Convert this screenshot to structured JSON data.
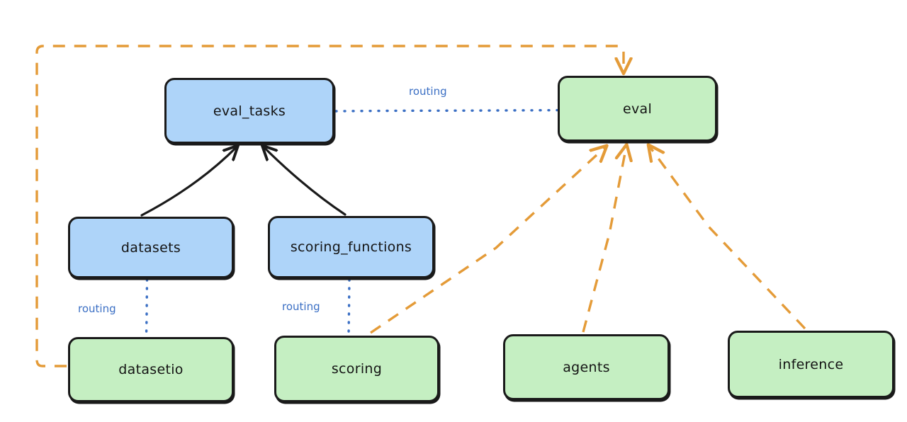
{
  "diagram": {
    "type": "flow-diagram",
    "style": "hand-drawn",
    "background": "#ffffff",
    "colors": {
      "api_fill": "#aed4f9",
      "provider_fill": "#c5efc2",
      "stroke": "#1a1a1a",
      "routing_blue": "#3b6fc4",
      "dependency_orange": "#e49b38"
    },
    "nodes": [
      {
        "id": "eval_tasks",
        "label": "eval_tasks",
        "kind": "api",
        "fill": "#aed4f9"
      },
      {
        "id": "eval",
        "label": "eval",
        "kind": "provider",
        "fill": "#c5efc2"
      },
      {
        "id": "datasets",
        "label": "datasets",
        "kind": "api",
        "fill": "#aed4f9"
      },
      {
        "id": "scoring_functions",
        "label": "scoring_functions",
        "kind": "api",
        "fill": "#aed4f9"
      },
      {
        "id": "datasetio",
        "label": "datasetio",
        "kind": "provider",
        "fill": "#c5efc2"
      },
      {
        "id": "scoring",
        "label": "scoring",
        "kind": "provider",
        "fill": "#c5efc2"
      },
      {
        "id": "agents",
        "label": "agents",
        "kind": "provider",
        "fill": "#c5efc2"
      },
      {
        "id": "inference",
        "label": "inference",
        "kind": "provider",
        "fill": "#c5efc2"
      }
    ],
    "edges": [
      {
        "from": "eval_tasks",
        "to": "eval",
        "label": "routing",
        "style": "dotted",
        "color": "#3b6fc4",
        "arrow": false
      },
      {
        "from": "datasets",
        "to": "datasetio",
        "label": "routing",
        "style": "dotted",
        "color": "#3b6fc4",
        "arrow": false
      },
      {
        "from": "scoring_functions",
        "to": "scoring",
        "label": "routing",
        "style": "dotted",
        "color": "#3b6fc4",
        "arrow": false
      },
      {
        "from": "datasets",
        "to": "eval_tasks",
        "label": "",
        "style": "solid",
        "color": "#1a1a1a",
        "arrow": true
      },
      {
        "from": "scoring_functions",
        "to": "eval_tasks",
        "label": "",
        "style": "solid",
        "color": "#1a1a1a",
        "arrow": true
      },
      {
        "from": "datasetio",
        "to": "eval",
        "label": "",
        "style": "dashed",
        "color": "#e49b38",
        "arrow": true
      },
      {
        "from": "scoring",
        "to": "eval",
        "label": "",
        "style": "dashed",
        "color": "#e49b38",
        "arrow": true
      },
      {
        "from": "agents",
        "to": "eval",
        "label": "",
        "style": "dashed",
        "color": "#e49b38",
        "arrow": true
      },
      {
        "from": "inference",
        "to": "eval",
        "label": "",
        "style": "dashed",
        "color": "#e49b38",
        "arrow": true
      }
    ],
    "edge_labels": {
      "routing_eval": "routing",
      "routing_datasetio": "routing",
      "routing_scoring": "routing"
    }
  }
}
